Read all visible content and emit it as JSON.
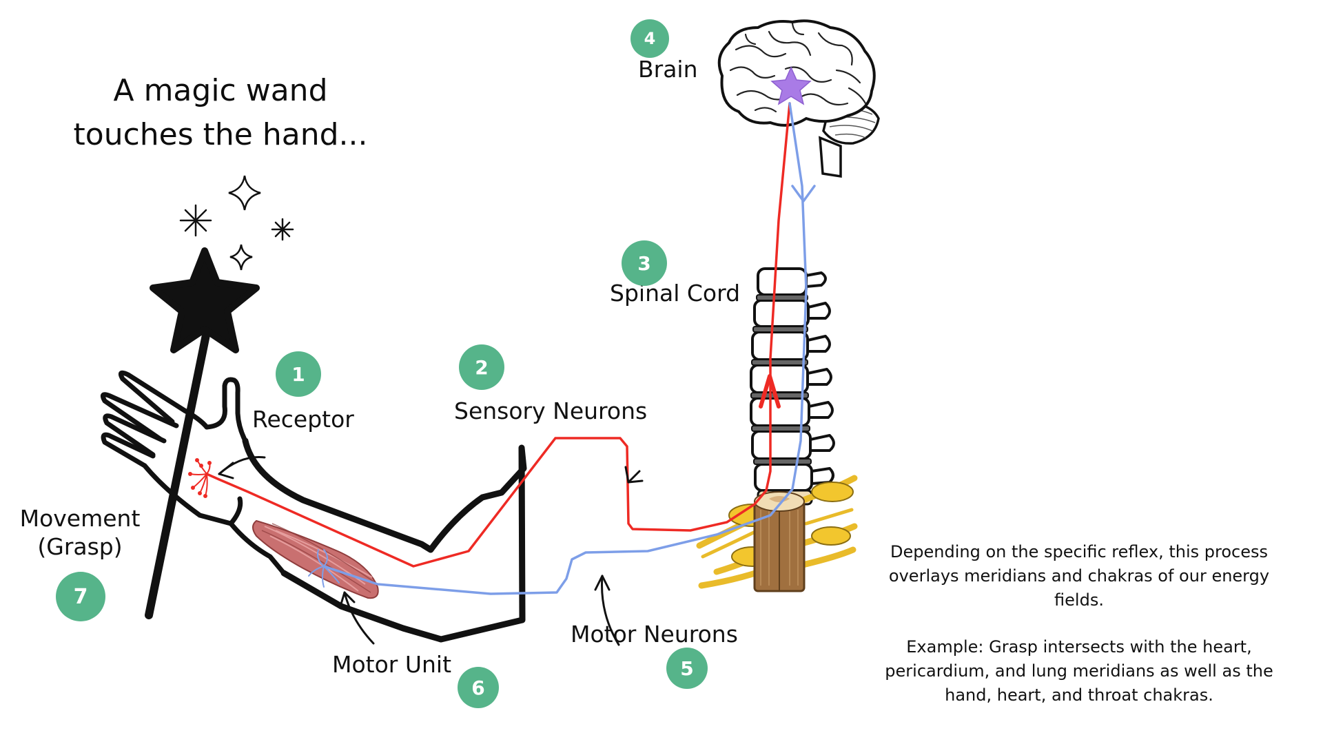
{
  "title": {
    "line1": "A magic wand",
    "line2": "touches the hand..."
  },
  "steps": [
    {
      "number": "1",
      "label": "Receptor"
    },
    {
      "number": "2",
      "label": "Sensory Neurons"
    },
    {
      "number": "3",
      "label": "Spinal Cord"
    },
    {
      "number": "4",
      "label": "Brain"
    },
    {
      "number": "5",
      "label": "Motor Neurons"
    },
    {
      "number": "6",
      "label": "Motor Unit"
    },
    {
      "number": "7",
      "label_line1": "Movement",
      "label_line2": "(Grasp)"
    }
  ],
  "note": {
    "paragraph1": "Depending on the specific reflex, this process overlays meridians and chakras of our energy fields.",
    "paragraph2": "Example: Grasp intersects with the heart, pericardium, and lung meridians as well as the hand, heart, and throat chakras."
  },
  "colors": {
    "badge": "#56b48a",
    "sensory_path": "#ee2a24",
    "motor_path": "#7d9ee8",
    "brain_star": "#a97be6",
    "muscle": "#c97070",
    "nerve_ganglia": "#e9bb2a",
    "spinal_column": "#9a6b3a"
  },
  "icons": [
    "magic-wand-star-icon",
    "sparkle-icon",
    "brain-icon",
    "spine-icon",
    "muscle-icon"
  ]
}
